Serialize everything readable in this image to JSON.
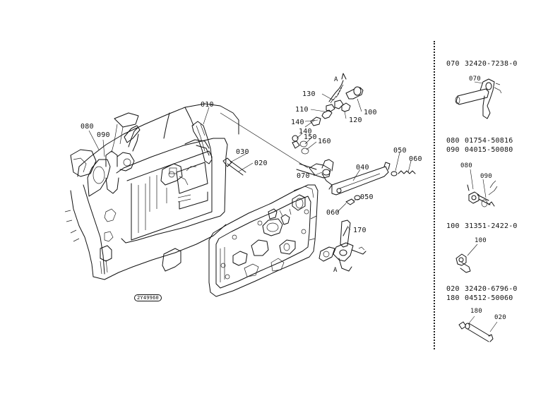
{
  "diagram": {
    "callouts": {
      "c010": "010",
      "c020": "020",
      "c030": "030",
      "c040": "040",
      "c050a": "050",
      "c050b": "050",
      "c060a": "060",
      "c060b": "060",
      "c070": "070",
      "c080": "080",
      "c090": "090",
      "c100": "100",
      "c110": "110",
      "c120": "120",
      "c130": "130",
      "c140a": "140",
      "c140b": "140",
      "c150": "150",
      "c160": "160",
      "c170": "170",
      "arrowA1": "A",
      "arrowA2": "A"
    },
    "stamp": "2Y49960"
  },
  "parts_list": {
    "groups": [
      {
        "refs": "070",
        "part_numbers": "32420-7238-0",
        "sketch_labels": [
          "070"
        ]
      },
      {
        "refs": "080\n090",
        "part_numbers": "01754-50816\n04015-50080",
        "sketch_labels": [
          "080",
          "090"
        ]
      },
      {
        "refs": "100",
        "part_numbers": "31351-2422-0",
        "sketch_labels": [
          "100"
        ]
      },
      {
        "refs": "020\n180",
        "part_numbers": "32420-6796-0\n04512-50060",
        "sketch_labels": [
          "180",
          "020"
        ]
      }
    ]
  }
}
